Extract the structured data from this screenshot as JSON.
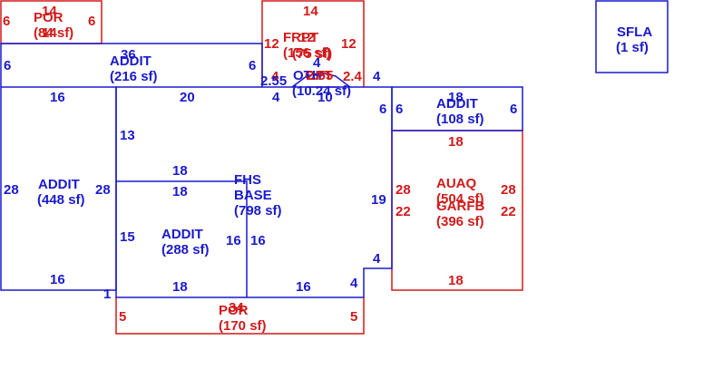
{
  "colors": {
    "blue": "#1a1acc",
    "red": "#d11a1a"
  },
  "areas": {
    "por_top": {
      "name": "POR",
      "area": "(84 sf)"
    },
    "addit_top": {
      "name": "ADDIT",
      "area": "(216 sf)"
    },
    "frpt": {
      "name": "FRPT",
      "area": "(156 sf)"
    },
    "opt": {
      "name": "OPT",
      "area": "(75 sf)"
    },
    "other": {
      "name": "OTH",
      "area": "(10.24 sf)"
    },
    "sfla": {
      "name": "SFLA",
      "area": "(1 sf)"
    },
    "addit_left": {
      "name": "ADDIT",
      "area": "(448 sf)"
    },
    "fhs_base": {
      "name": "FHS",
      "name2": "BASE",
      "area": "(798 sf)"
    },
    "addit_mid": {
      "name": "ADDIT",
      "area": "(288 sf)"
    },
    "addit_right": {
      "name": "ADDIT",
      "area": "(108 sf)"
    },
    "auaq": {
      "name": "AUAQ",
      "area": "(504 sf)"
    },
    "garfb": {
      "name": "GARFB",
      "area": "(396 sf)"
    },
    "por_bottom": {
      "name": "POR",
      "area": "(170 sf)"
    }
  },
  "dims": {
    "por_top_w": "14",
    "por_top_left": "6",
    "por_top_right": "6",
    "por_top_inner": "14",
    "addit_top_w": "36",
    "addit_top_left": "6",
    "addit_top_right": "6",
    "frpt_top": "14",
    "frpt_left": "12",
    "frpt_right": "12",
    "frpt_inner": "12",
    "opt_a": "4",
    "opt_b": "4",
    "opt_c": "4",
    "opt_d": "2.4",
    "oth_a": "2.55",
    "oth_b": "2.55",
    "oth_c": "10",
    "oth_d": "4",
    "left_top": "16",
    "left_side": "28",
    "left_inner": "28",
    "left_bottom": "16",
    "base_top": "20",
    "base_13": "13",
    "base_18a": "18",
    "base_18b": "18",
    "base_19": "19",
    "base_4": "4",
    "base_16": "16",
    "base_4b": "4",
    "base_1": "1",
    "mid_15": "15",
    "mid_16a": "16",
    "mid_16b": "16",
    "mid_18": "18",
    "right_top": "18",
    "right_left": "6",
    "right_right": "6",
    "right_bottom": "18",
    "auaq_left": "28",
    "auaq_right": "28",
    "garfb_left": "22",
    "garfb_right": "22",
    "auaq_bottom": "18",
    "por_bot_w": "34",
    "por_bot_left": "5",
    "por_bot_right": "5"
  }
}
